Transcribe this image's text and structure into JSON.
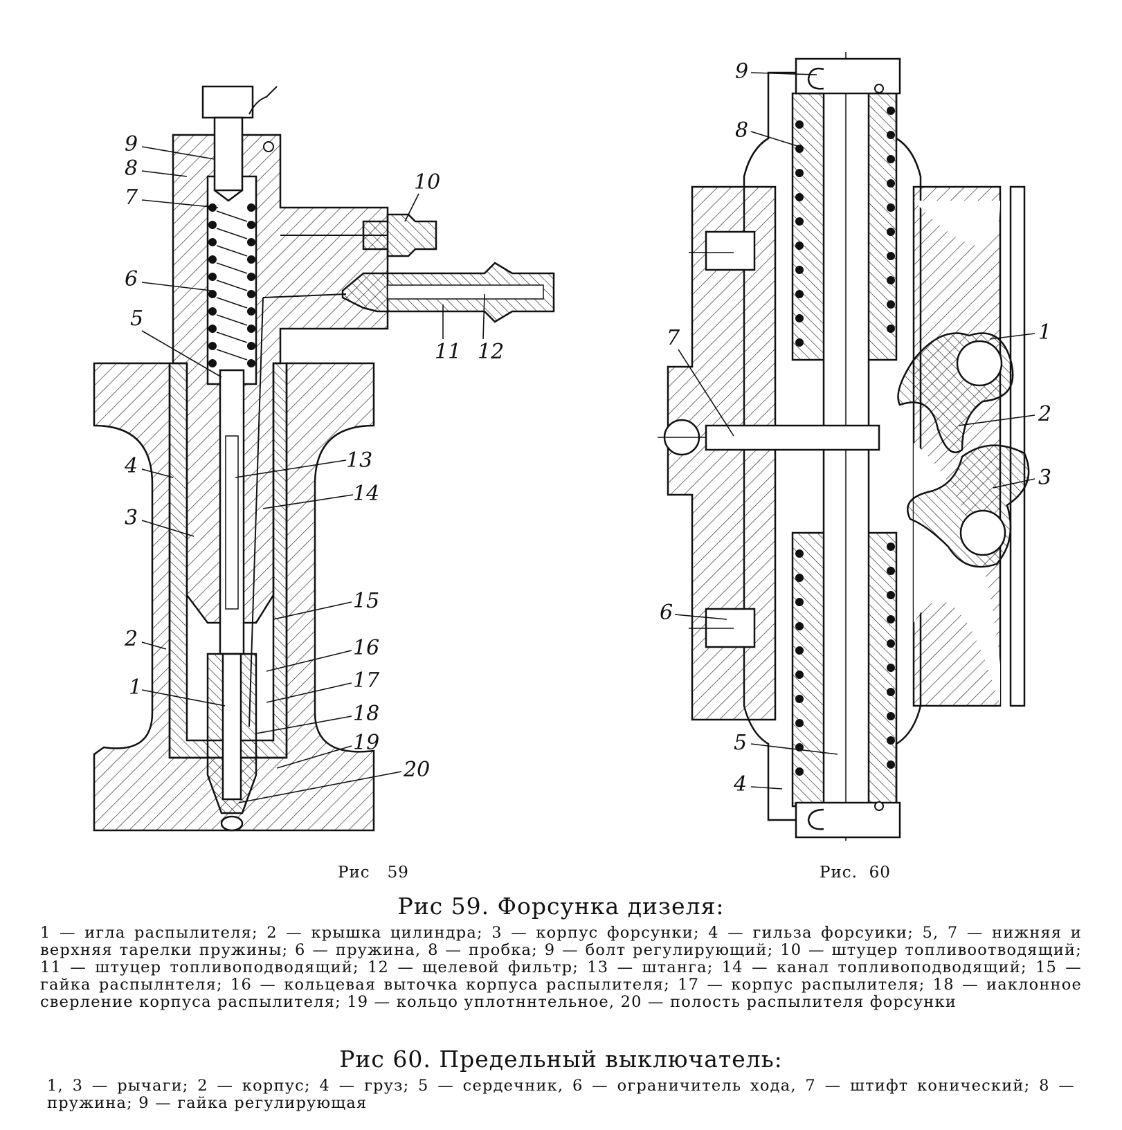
{
  "fig59": {
    "caption": "Рис   59",
    "title": "Рис  59. Форсунка дизеля:",
    "labels": [
      "1",
      "2",
      "3",
      "4",
      "5",
      "6",
      "7",
      "8",
      "9",
      "10",
      "11",
      "12",
      "13",
      "14",
      "15",
      "16",
      "17",
      "18",
      "19",
      "20"
    ],
    "legend": "1 — игла распылителя; 2 — крышка цилиндра; 3 — корпус форсунки; 4 — гильза форсуики; 5, 7 — нижняя и верхняя тарелки пружины; 6 — пружина, 8 — пробка; 9 — болт регулирующий; 10 — штуцер топливоотводящий; 11 — штуцер топливоподводящий; 12 — щелевой фильтр; 13 — штанга; 14 — канал топливоподводящий; 15 — гайка распылнтеля; 16 — кольцевая выточка корпуса распылителя; 17 — корпус распылителя; 18 — иаклонное сверление корпуса распылителя; 19 — кольцо уплотннтельное, 20 — полость распылителя форсунки"
  },
  "fig60": {
    "caption": "Рис.  60",
    "title": "Рис  60. Предельный выключатель:",
    "labels": [
      "1",
      "2",
      "3",
      "4",
      "5",
      "6",
      "7",
      "8",
      "9"
    ],
    "legend": "1, 3 — рычаги; 2 — корпус; 4 — груз; 5 — сердечник, 6 — ограничитель хода, 7 — штифт конический; 8 — пружина; 9 — гайка регулирующая"
  }
}
